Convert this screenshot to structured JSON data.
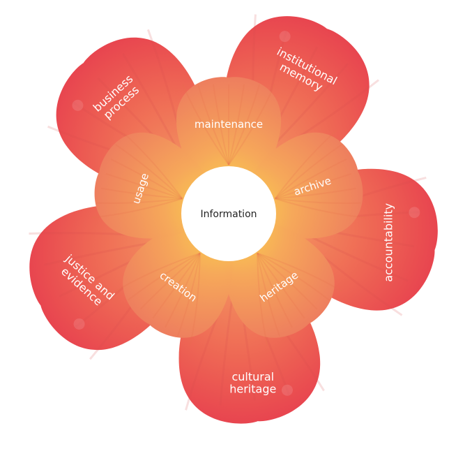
{
  "center": {
    "label": "Information"
  },
  "outer_petals": [
    {
      "id": "business-process",
      "lines": [
        "business",
        "process"
      ]
    },
    {
      "id": "institutional-memory",
      "lines": [
        "institutional",
        "memory"
      ]
    },
    {
      "id": "accountability",
      "lines": [
        "accountability"
      ]
    },
    {
      "id": "cultural-heritage",
      "lines": [
        "cultural",
        "heritage"
      ]
    },
    {
      "id": "justice-and-evidence",
      "lines": [
        "justice and",
        "evidence"
      ]
    }
  ],
  "inner_petals": [
    {
      "id": "maintenance",
      "label": "maintenance"
    },
    {
      "id": "archive",
      "label": "archive"
    },
    {
      "id": "heritage",
      "label": "heritage"
    },
    {
      "id": "creation",
      "label": "creation"
    },
    {
      "id": "usage",
      "label": "usage"
    }
  ],
  "colors": {
    "outer_petal_tip": "#e8454f",
    "outer_petal_base": "#f08a5c",
    "inner_petal_tip": "#ee8760",
    "inner_petal_base": "#f9d04a",
    "core_glow": "#fff4a0",
    "leaf": "#9dd36a",
    "center_disc": "#ffffff",
    "label_text": "#ffffff",
    "center_text": "#222222"
  }
}
